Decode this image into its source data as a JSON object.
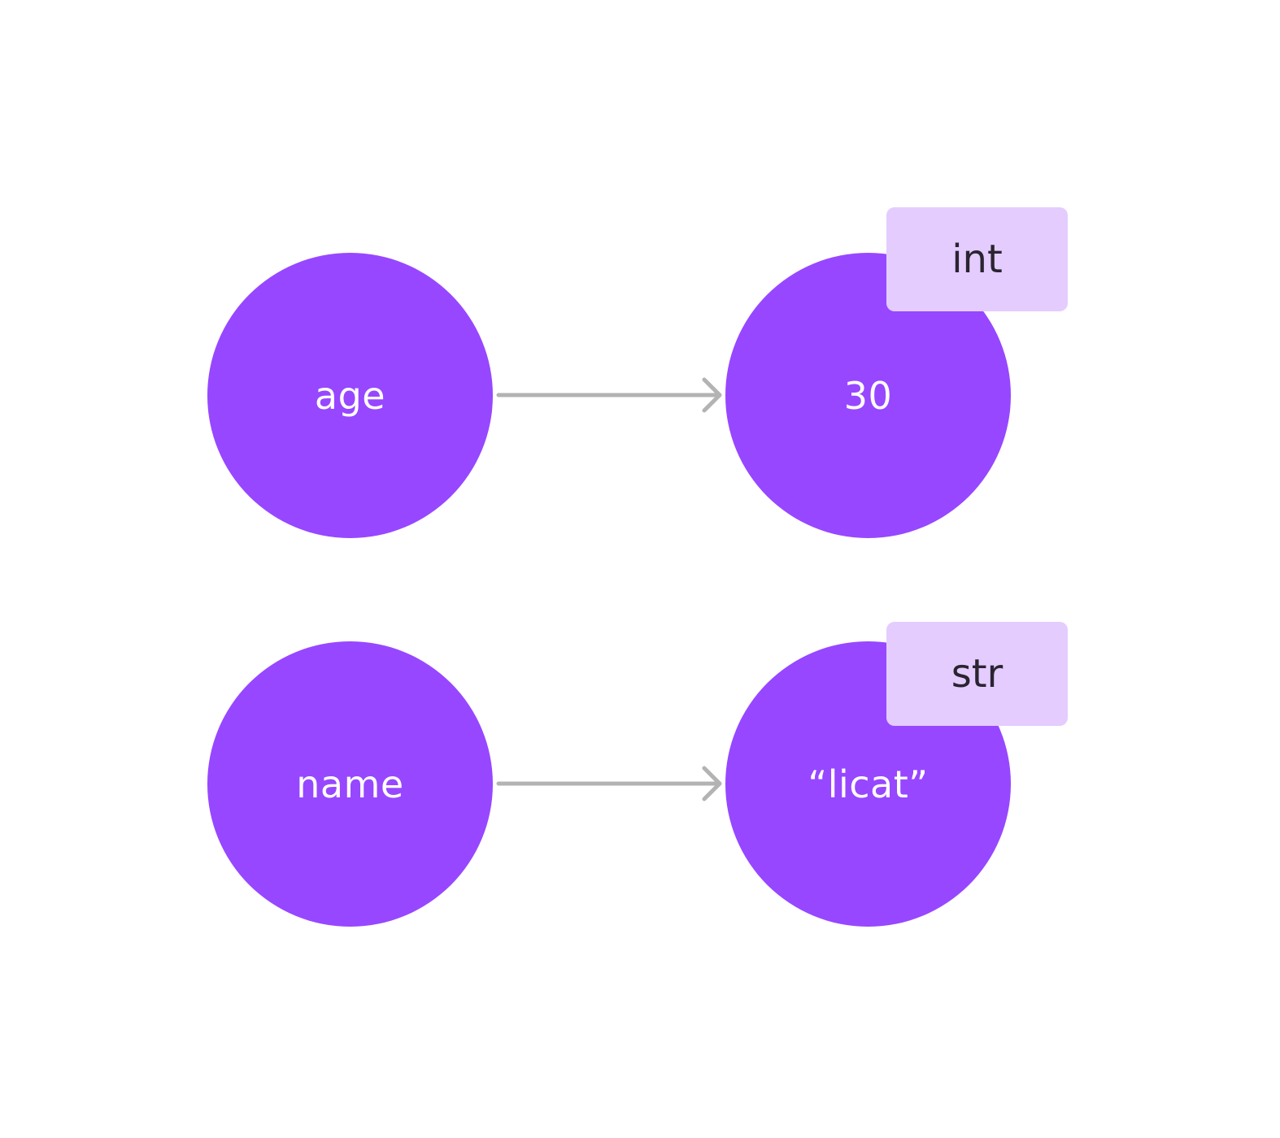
{
  "colors": {
    "node_fill": "#9747FF",
    "node_text": "#FFFFFF",
    "tag_fill": "#E4CCFF",
    "tag_text": "#2A2430",
    "arrow": "#B3B3B3"
  },
  "rows": [
    {
      "variable": "age",
      "value": "30",
      "type": "int"
    },
    {
      "variable": "name",
      "value": "“licat”",
      "type": "str"
    }
  ]
}
